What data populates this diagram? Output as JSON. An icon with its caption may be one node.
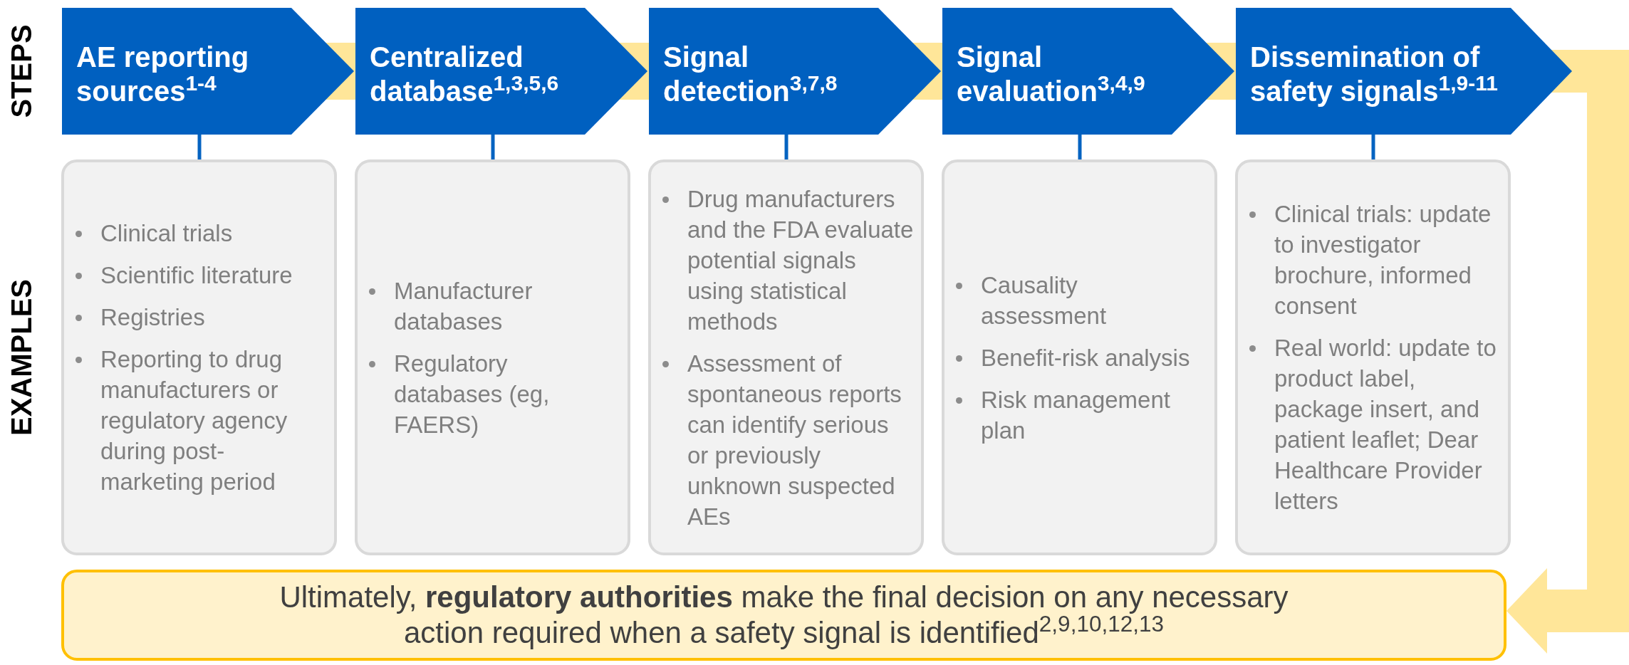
{
  "diagram": {
    "nodes": [
      {
        "text": [
          "AE reporting sources$^{1-4}$"
        ]
      },
      {
        "text": [
          "Centralized database$^{1,3,5,6}$"
        ]
      },
      {
        "text": [
          "Signal detection$^{3,7,8}$"
        ]
      },
      {
        "text": [
          "Signal evaluation$^{3,4,9}$"
        ]
      },
      {
        "text": [
          "Dissemination of safety signals$^{1,9-11}$"
        ]
      },
      {
        "text": [
          "Clinical trials",
          "Scientific literature",
          "Registries",
          "Reporting to drug manufacturers or regulatory agency during post-marketing period"
        ]
      },
      {
        "text": [
          "Manufacturer databases",
          "Regulatory databases (eg, FAERS)"
        ]
      },
      {
        "text": [
          "Drug manufacturers and the FDA evaluate potential signals using statistical methods",
          "Assessment of spontaneous reports can identify serious or previously unknown suspected AEs"
        ]
      },
      {
        "text": [
          "Causality assessment",
          "Benefit-risk analysis",
          "Risk management plan"
        ]
      },
      {
        "text": [
          "Clinical trials: update to investigator brochure, informed consent",
          "Real world: update to product label, package insert, and patient leaflet; Dear Healthcare Provider letters"
        ]
      },
      {
        "text": [
          "Ultimately, **regulatory authorities** make the final decision on any necessary action required when a safety signal is identified$^{2,9,10,12,13}$"
        ]
      }
    ],
    "edges": [
      {
        "from": 0,
        "to": 1,
        "arrow": "none",
        "style": "thick",
        "color": "#ffe699"
      },
      {
        "from": 1,
        "to": 2,
        "arrow": "none",
        "style": "thick",
        "color": "#ffe699"
      },
      {
        "from": 2,
        "to": 3,
        "arrow": "none",
        "style": "thick",
        "color": "#ffe699"
      },
      {
        "from": 3,
        "to": 4,
        "arrow": "none",
        "style": "thick",
        "color": "#ffe699"
      },
      {
        "from": 4,
        "to": 10,
        "arrow": "to",
        "style": "thick",
        "color": "#ffe699"
      },
      {
        "from": 0,
        "to": 5,
        "arrow": "none",
        "color": "#0563c1"
      },
      {
        "from": 1,
        "to": 6,
        "arrow": "none",
        "color": "#0563c1"
      },
      {
        "from": 2,
        "to": 7,
        "arrow": "none",
        "color": "#0563c1"
      },
      {
        "from": 3,
        "to": 8,
        "arrow": "none",
        "color": "#0563c1"
      },
      {
        "from": 4,
        "to": 9,
        "arrow": "none",
        "color": "#0563c1"
      }
    ],
    "labels": [
      "STEPS",
      "EXAMPLES"
    ]
  }
}
